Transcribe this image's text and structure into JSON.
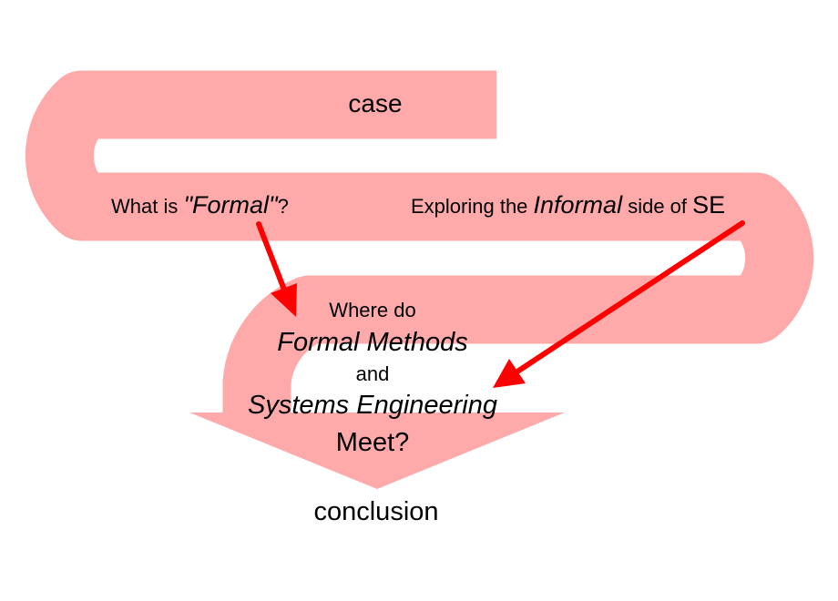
{
  "colors": {
    "band": "#ffaaaa",
    "arrow": "#ff0000",
    "text": "#000000",
    "background": "#ffffff"
  },
  "labels": {
    "case": "case",
    "formal_question": {
      "prefix": "What is ",
      "emph": "\"Formal\"",
      "suffix": "?"
    },
    "informal_side": {
      "prefix": "Exploring the ",
      "emph": "Informal",
      "middle": " side of ",
      "tail": "SE"
    },
    "meet": {
      "line1": "Where do",
      "line2": "Formal Methods",
      "line3": "and",
      "line4": "Systems Engineering",
      "line5": "Meet?"
    },
    "conclusion": "conclusion"
  }
}
